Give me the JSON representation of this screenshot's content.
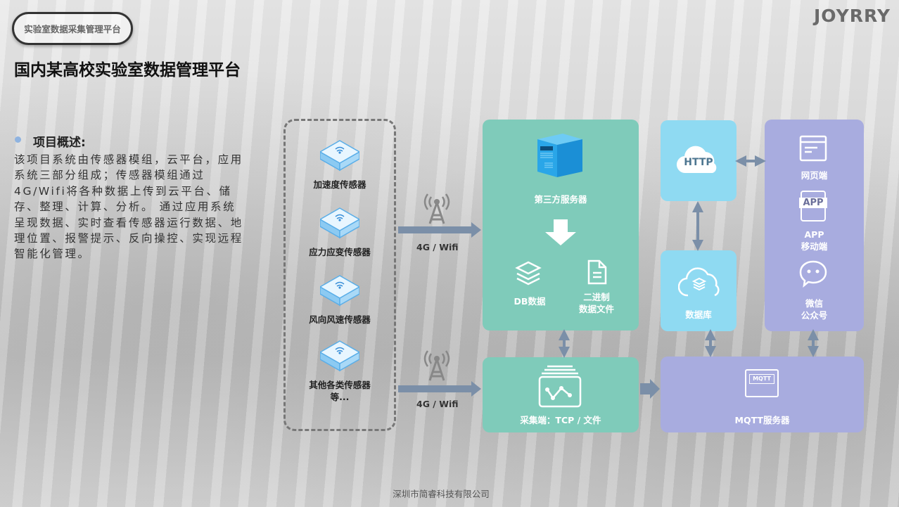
{
  "header": {
    "badge": "实验室数据采集管理平台",
    "logo": "JOYRRY",
    "title": "国内某高校实验室数据管理平台"
  },
  "overview": {
    "heading": "项目概述:",
    "text": "该项目系统由传感器模组，云平台，应用系统三部分组成；传感器模组通过4G/Wifi将各种数据上传到云平台、储存、整理、计算、分析。 通过应用系统呈现数据、实时查看传感器运行数据、地理位置、报警提示、反向操控、实现远程智能化管理。"
  },
  "sensors": [
    {
      "label": "加速度传感器"
    },
    {
      "label": "应力应变传感器"
    },
    {
      "label": "风向风速传感器"
    },
    {
      "label": "其他各类传感器等..."
    }
  ],
  "links": [
    {
      "label": "4G / Wifi"
    },
    {
      "label": "4G / Wifi"
    }
  ],
  "server": {
    "title": "第三方服务器",
    "db": "DB数据",
    "bin1": "二进制",
    "bin2": "数据文件"
  },
  "collector": {
    "label": "采集端：TCP / 文件"
  },
  "http": {
    "label": "HTTP"
  },
  "database": {
    "label": "数据库"
  },
  "clients": {
    "web": "网页端",
    "app_icon": "APP",
    "app1": "APP",
    "app2": "移动端",
    "wx1": "微信",
    "wx2": "公众号"
  },
  "mqtt": {
    "icon": "MQTT",
    "label": "MQTT服务器"
  },
  "footer": "深圳市简睿科技有限公司",
  "colors": {
    "teal": "#7fcbba",
    "blue": "#8fdaf2",
    "lavender": "#a8acdf",
    "arrow": "#7b8fa8"
  }
}
